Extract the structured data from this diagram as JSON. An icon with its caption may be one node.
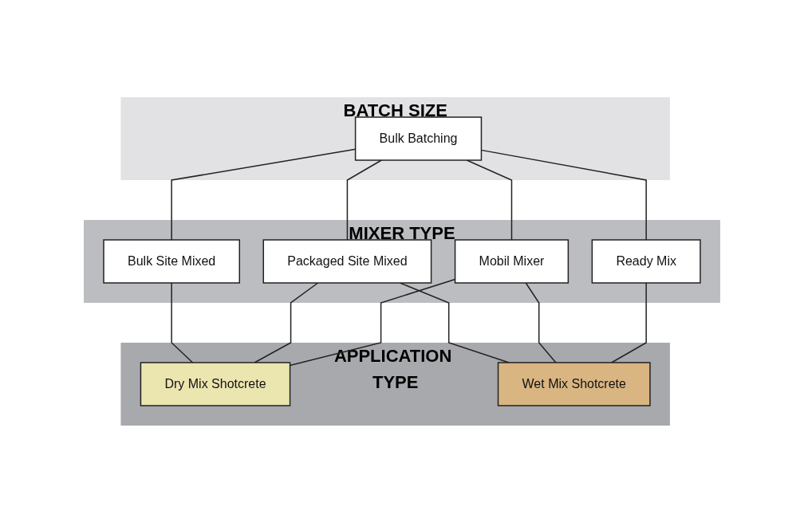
{
  "diagram": {
    "nodes": [
      {
        "text": [
          "BATCH SIZE"
        ]
      },
      {
        "text": [
          "Bulk Batching"
        ],
        "in": 0
      },
      {
        "text": [
          "MIXER TYPE"
        ]
      },
      {
        "text": [
          "Bulk Site Mixed"
        ],
        "in": 2
      },
      {
        "text": [
          "Packaged Site Mixed"
        ],
        "in": 2
      },
      {
        "text": [
          "Mobil Mixer"
        ],
        "in": 2
      },
      {
        "text": [
          "Ready Mix"
        ],
        "in": 2
      },
      {
        "text": [
          "APPLICATION TYPE"
        ]
      },
      {
        "text": [
          "Dry Mix Shotcrete"
        ],
        "in": 7
      },
      {
        "text": [
          "Wet Mix Shotcrete"
        ],
        "in": 7
      }
    ],
    "edges": [
      {
        "from": 1,
        "to": 3,
        "arrow": "none"
      },
      {
        "from": 1,
        "to": 4,
        "arrow": "none"
      },
      {
        "from": 1,
        "to": 5,
        "arrow": "none"
      },
      {
        "from": 1,
        "to": 6,
        "arrow": "none"
      },
      {
        "from": 3,
        "to": 8,
        "arrow": "none"
      },
      {
        "from": 4,
        "to": 8,
        "arrow": "none"
      },
      {
        "from": 5,
        "to": 8,
        "arrow": "none"
      },
      {
        "from": 4,
        "to": 9,
        "arrow": "none"
      },
      {
        "from": 5,
        "to": 9,
        "arrow": "none"
      },
      {
        "from": 6,
        "to": 9,
        "arrow": "none"
      }
    ]
  }
}
